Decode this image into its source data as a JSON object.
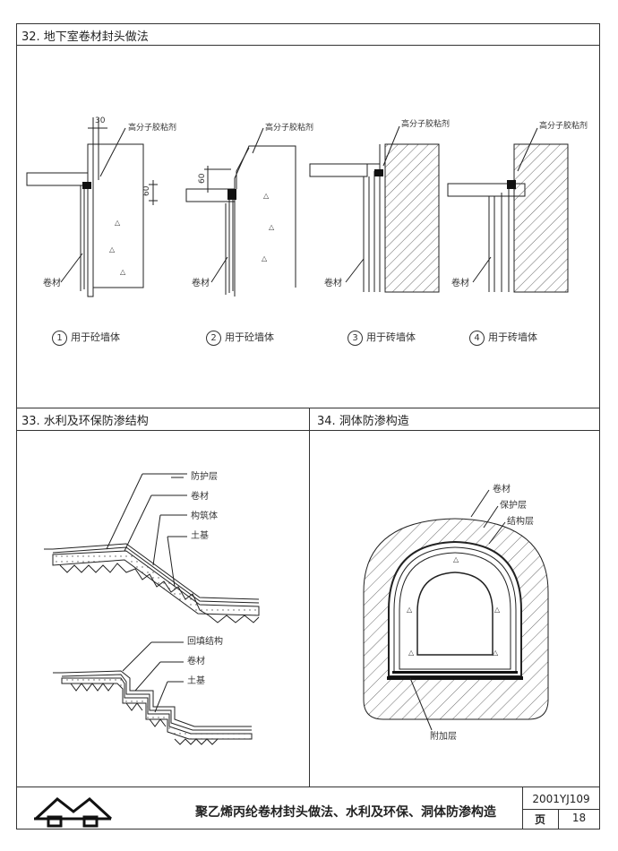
{
  "section32": {
    "title": "32. 地下室卷材封头做法",
    "dim_30": "30",
    "dim_60a": "60",
    "dim_60b": "60",
    "glue_label": "高分子胶粘剂",
    "membrane_label": "卷材",
    "captions": [
      {
        "num": "1",
        "text": "用于砼墙体"
      },
      {
        "num": "2",
        "text": "用于砼墙体"
      },
      {
        "num": "3",
        "text": "用于砖墙体"
      },
      {
        "num": "4",
        "text": "用于砖墙体"
      }
    ]
  },
  "section33": {
    "title": "33. 水利及环保防渗结构",
    "upper_labels": [
      "防护层",
      "卷材",
      "构筑体",
      "土基"
    ],
    "lower_labels": [
      "回填结构",
      "卷材",
      "土基"
    ]
  },
  "section34": {
    "title": "34. 洞体防渗构造",
    "labels": [
      "卷材",
      "保护层",
      "结构层"
    ],
    "bottom_label": "附加层"
  },
  "footer": {
    "title": "聚乙烯丙纶卷材封头做法、水利及环保、洞体防渗构造",
    "atlas_code": "2001YJ109",
    "page_label": "页",
    "page_number": "18"
  }
}
